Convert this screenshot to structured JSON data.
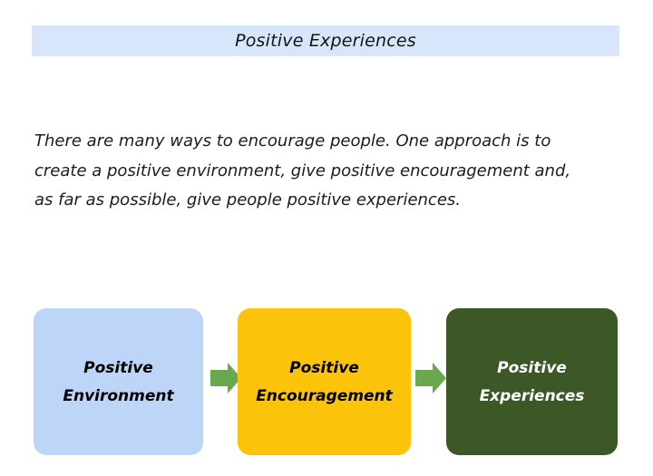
{
  "title_bar": {
    "label": "Positive Experiences",
    "bg_color": "#d8e6fb",
    "text_color": "#141414"
  },
  "intro": {
    "lines": [
      "There are many ways to encourage people. One approach is to",
      "create a positive environment, give positive encouragement and,",
      "as far as possible, give people positive experiences."
    ]
  },
  "flow": {
    "boxes": [
      {
        "line1": "Positive",
        "line2": "Environment",
        "bg_color": "#bdd5f6",
        "text_color": "#000000"
      },
      {
        "line1": "Positive",
        "line2": "Encouragement",
        "bg_color": "#fcc30b",
        "text_color": "#000000"
      },
      {
        "line1": "Positive",
        "line2": "Experiences",
        "bg_color": "#3d5827",
        "text_color": "#ffffff"
      }
    ],
    "arrow_color": "#6aa84f"
  }
}
